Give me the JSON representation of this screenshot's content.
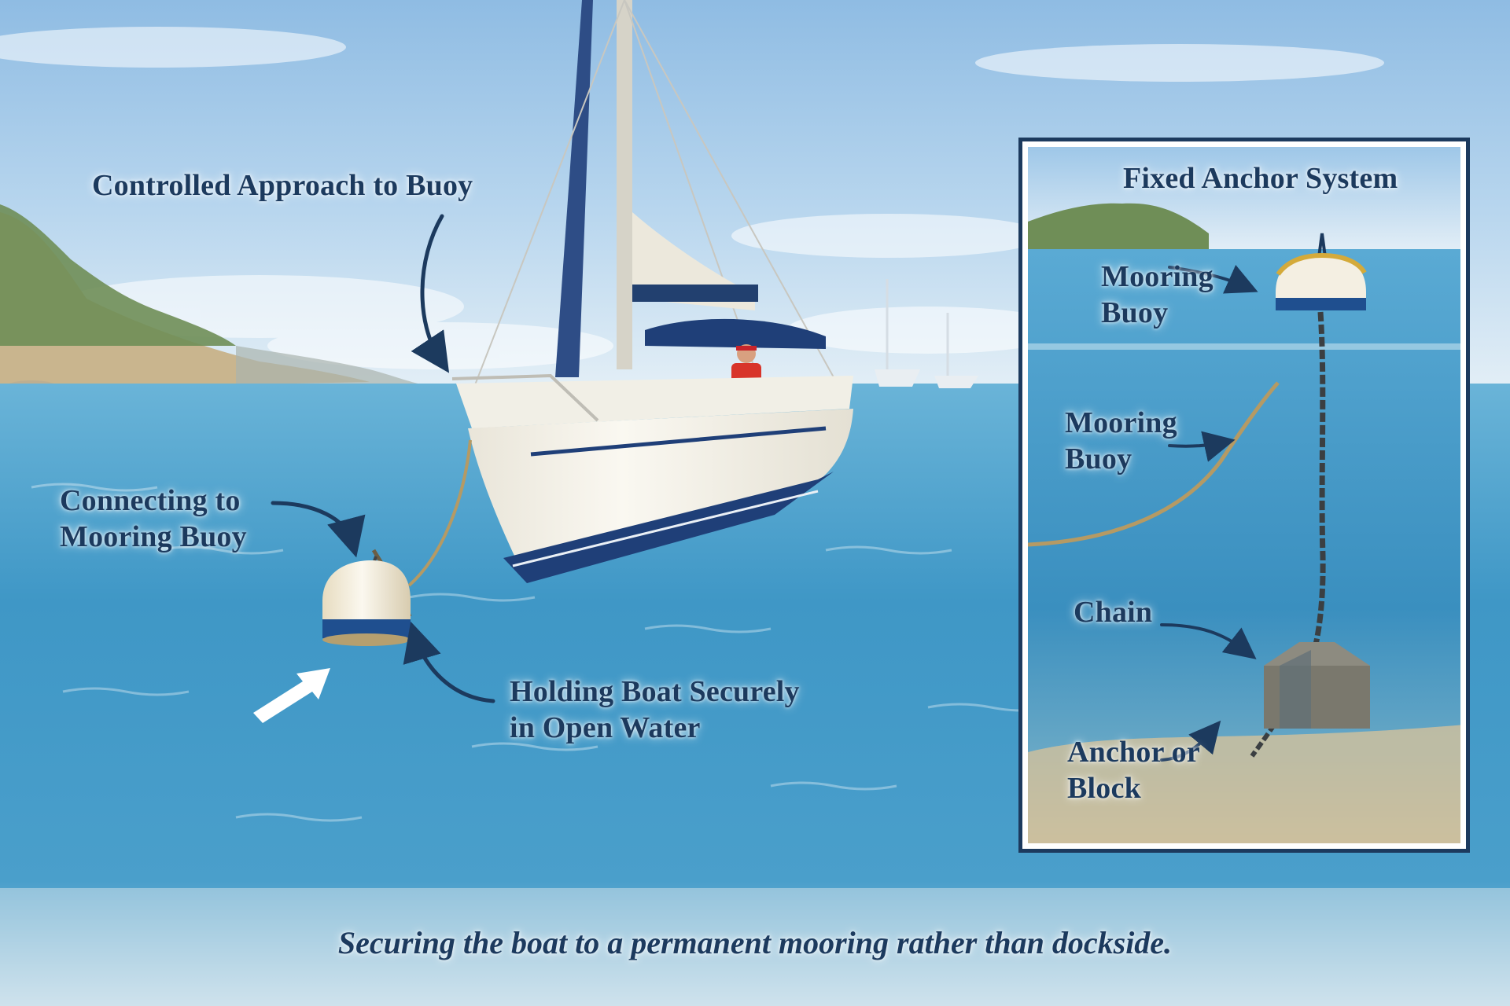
{
  "main_scene": {
    "labels": {
      "approach": "Controlled Approach to Buoy",
      "connecting_line1": "Connecting to",
      "connecting_line2": "Mooring Buoy",
      "holding_line1": "Holding Boat Securely",
      "holding_line2": "in Open Water"
    },
    "colors": {
      "sky_top": "#8fbce3",
      "sky_bottom": "#dcebf5",
      "water_deep": "#2f86b8",
      "water_light": "#6ab4d8",
      "label_navy": "#1c3a5e",
      "hull_white": "#f4f1e8",
      "hull_stripe": "#1f3f78",
      "buoy_band": "#1f4f8f",
      "life_vest": "#d8342a"
    }
  },
  "inset": {
    "title": "Fixed Anchor System",
    "labels": {
      "surface_buoy_line1": "Mooring",
      "surface_buoy_line2": "Buoy",
      "rope_line1": "Mooring",
      "rope_line2": "Buoy",
      "chain": "Chain",
      "anchor_line1": "Anchor or",
      "anchor_line2": "Block"
    },
    "colors": {
      "frame": "#1c3a5e",
      "underwater": "#3f93c2",
      "seabed": "#cdbf9e"
    }
  },
  "caption": "Securing the boat to a permanent mooring rather than dockside."
}
